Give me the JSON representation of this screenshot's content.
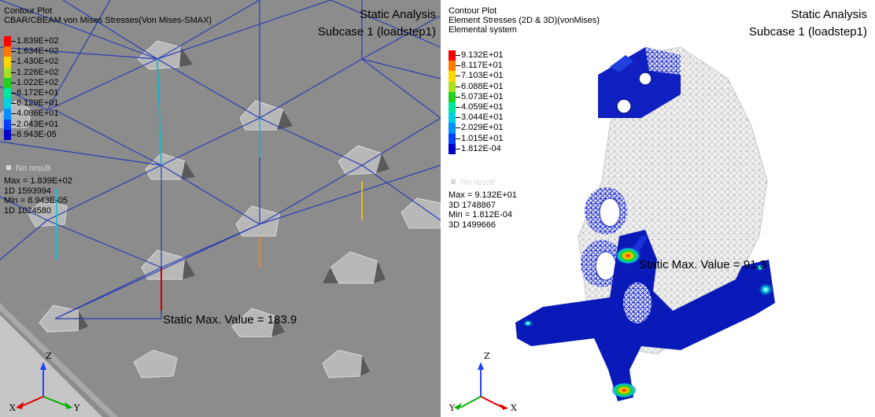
{
  "left_view": {
    "legend": {
      "plot_type": "Contour Plot",
      "result": "CBAR/CBEAM von Mises Stresses(Von Mises-SMAX)",
      "levels": [
        {
          "label": "1.839E+02",
          "color": "#ff0000"
        },
        {
          "label": "1.634E+02",
          "color": "#ff7a00"
        },
        {
          "label": "1.430E+02",
          "color": "#ffd700"
        },
        {
          "label": "1.226E+02",
          "color": "#a8e020"
        },
        {
          "label": "1.022E+02",
          "color": "#20d020"
        },
        {
          "label": "8.172E+01",
          "color": "#00e8a0"
        },
        {
          "label": "6.129E+01",
          "color": "#00d0e0"
        },
        {
          "label": "4.086E+01",
          "color": "#0090ff"
        },
        {
          "label": "2.043E+01",
          "color": "#0040ff"
        },
        {
          "label": "8.943E-05",
          "color": "#0000c8"
        }
      ],
      "no_result": "No result",
      "max": "Max = 1.839E+02",
      "max_entity": "1D 1593994",
      "min": "Min = 8.943E-05",
      "min_entity": "1D 1024580"
    },
    "title": "Static Analysis",
    "subcase": "Subcase 1 (loadstep1)",
    "max_annotation": "Static Max. Value =  183.9",
    "triad": {
      "z": "Z",
      "x": "X",
      "y": "Y"
    }
  },
  "right_view": {
    "legend": {
      "plot_type": "Contour Plot",
      "result": "Element Stresses (2D & 3D)(vonMises)",
      "system": "Elemental system",
      "levels": [
        {
          "label": "9.132E+01",
          "color": "#ff0000"
        },
        {
          "label": "8.117E+01",
          "color": "#ff7a00"
        },
        {
          "label": "7.103E+01",
          "color": "#ffd700"
        },
        {
          "label": "6.088E+01",
          "color": "#a8e020"
        },
        {
          "label": "5.073E+01",
          "color": "#20d020"
        },
        {
          "label": "4.059E+01",
          "color": "#00e8a0"
        },
        {
          "label": "3.044E+01",
          "color": "#00d0e0"
        },
        {
          "label": "2.029E+01",
          "color": "#0090ff"
        },
        {
          "label": "1.015E+01",
          "color": "#0040ff"
        },
        {
          "label": "1.812E-04",
          "color": "#0000c8"
        }
      ],
      "no_result": "No result",
      "max": "Max = 9.132E+01",
      "max_entity": "3D 1748867",
      "min": "Min = 1.812E-04",
      "min_entity": "3D 1499666"
    },
    "title": "Static Analysis",
    "subcase": "Subcase 1 (loadstep1)",
    "max_annotation": "Static Max. Value =  91.3",
    "triad": {
      "z": "Z",
      "x": "X",
      "y": "Y"
    }
  }
}
